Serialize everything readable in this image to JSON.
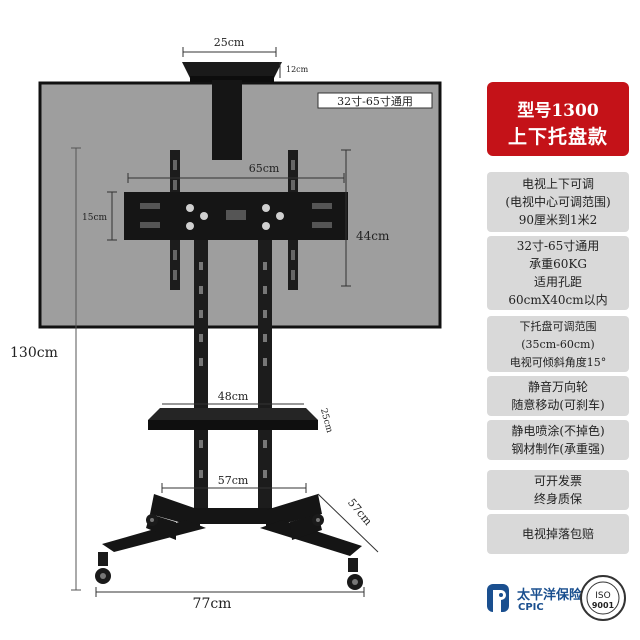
{
  "dimensions": {
    "top_width": "25cm",
    "top_height": "12cm",
    "bracket_width": "65cm",
    "bracket_height": "15cm",
    "screen_height": "44cm",
    "total_height": "130cm",
    "tray_width": "48cm",
    "tray_depth": "25cm",
    "base_inner_width": "57cm",
    "base_depth": "57cm",
    "base_width": "77cm"
  },
  "screen_label": "32寸-65寸通用",
  "model_box": {
    "model": "型号1300",
    "style": "上下托盘款",
    "color": "#c41218"
  },
  "features": [
    [
      "电视上下可调",
      "(电视中心可调范围)",
      "90厘米到1米2"
    ],
    [
      "32寸-65寸通用",
      "承重60KG",
      "适用孔距",
      "60cmX40cm以内"
    ],
    [
      "下托盘可调范围",
      "(35cm-60cm)",
      "电视可倾斜角度15°"
    ],
    [
      "静音万向轮",
      "随意移动(可刹车)"
    ],
    [
      "静电喷涂(不掉色)",
      "钢材制作(承重强)"
    ],
    [
      "可开发票",
      "终身质保"
    ],
    [
      "电视掉落包赔"
    ]
  ],
  "footer": {
    "insurer_name": "太平洋保险",
    "insurer_abbr": "CPIC",
    "iso_text": "ISO",
    "iso_number": "9001",
    "brand_color": "#1a4f8f"
  }
}
